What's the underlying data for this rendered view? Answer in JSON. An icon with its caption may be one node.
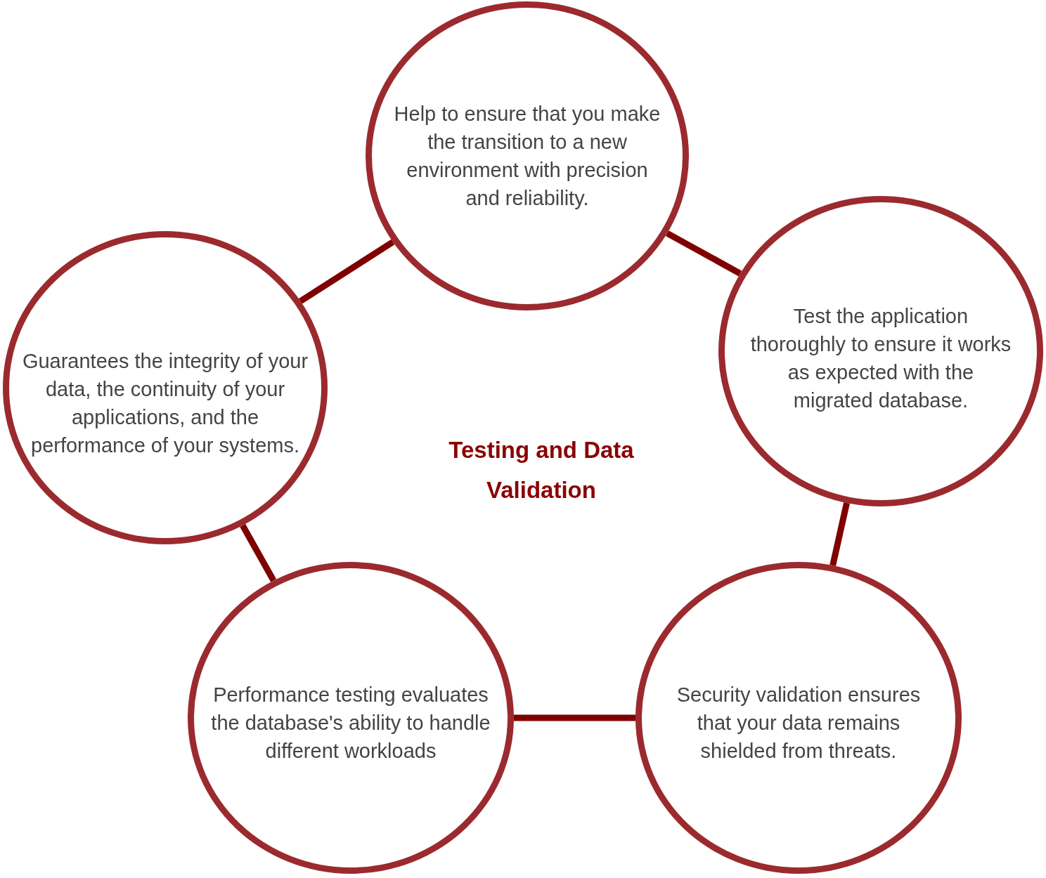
{
  "diagram": {
    "title": "Testing and Data Validation",
    "nodes": [
      {
        "text": [
          "Help to ensure that you make the transition to a new environment with precision and reliability."
        ]
      },
      {
        "text": [
          "Test the application thoroughly to ensure it works as expected with the migrated database."
        ]
      },
      {
        "text": [
          "Security validation ensures that your data remains shielded from threats."
        ]
      },
      {
        "text": [
          "Performance testing evaluates the database's ability to handle different workloads"
        ]
      },
      {
        "text": [
          "Guarantees the integrity of your data, the continuity of your applications, and the performance of your systems."
        ]
      }
    ],
    "edges": [
      {
        "from": 0,
        "to": 1,
        "arrow": "none"
      },
      {
        "from": 1,
        "to": 2,
        "arrow": "none"
      },
      {
        "from": 2,
        "to": 3,
        "arrow": "none"
      },
      {
        "from": 3,
        "to": 4,
        "arrow": "none"
      },
      {
        "from": 4,
        "to": 0,
        "arrow": "none"
      }
    ]
  }
}
